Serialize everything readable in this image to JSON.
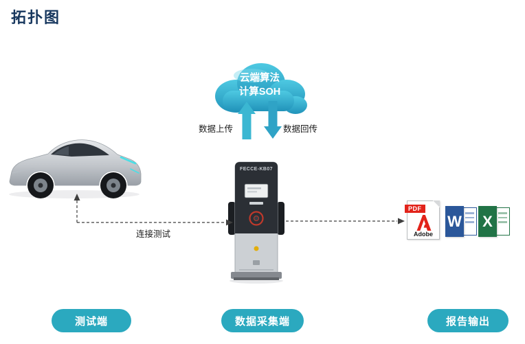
{
  "title": "拓扑图",
  "cloud": {
    "line1": "云端算法",
    "line2": "计算SOH"
  },
  "flow": {
    "upload_label": "数据上传",
    "return_label": "数据回传",
    "connect_label": "连接测试"
  },
  "station": {
    "brand": "FECCE-KB07"
  },
  "outputs": {
    "pdf_label": "PDF",
    "pdf_brand": "Adobe",
    "word_letter": "W",
    "excel_letter": "X"
  },
  "nodes": [
    {
      "label": "测试端"
    },
    {
      "label": "数据采集端"
    },
    {
      "label": "报告输出"
    }
  ],
  "colors": {
    "accent_teal": "#2BA9BF",
    "title_navy": "#17375E",
    "pdf_red": "#E2231A",
    "word_blue": "#2B579A",
    "excel_green": "#217346"
  }
}
